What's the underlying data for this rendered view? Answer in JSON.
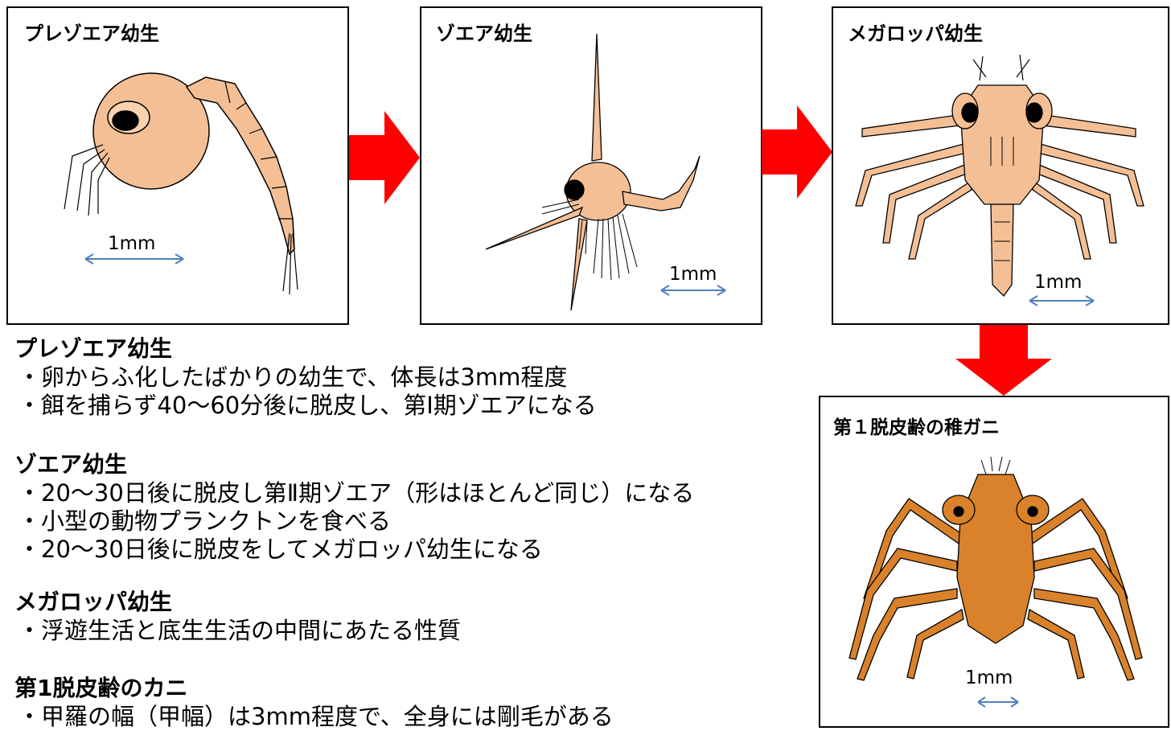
{
  "panels": {
    "prezoea": {
      "title": "プレゾエア幼生",
      "scale": "1mm"
    },
    "zoea": {
      "title": "ゾエア幼生",
      "scale": "1mm"
    },
    "megalopa": {
      "title": "メガロッパ幼生",
      "scale": "1mm"
    },
    "juvenile": {
      "title": "第１脱皮齢の稚ガニ",
      "scale": "1mm"
    }
  },
  "sections": {
    "prezoea": {
      "heading": "プレゾエア幼生",
      "bullets": [
        "・卵からふ化したばかりの幼生で、体長は3mm程度",
        "・餌を捕らず40～60分後に脱皮し、第Ⅰ期ゾエアになる"
      ]
    },
    "zoea": {
      "heading": "ゾエア幼生",
      "bullets": [
        "・20～30日後に脱皮し第Ⅱ期ゾエア（形はほとんど同じ）になる",
        "・小型の動物プランクトンを食べる",
        "・20～30日後に脱皮をしてメガロッパ幼生になる"
      ]
    },
    "megalopa": {
      "heading": "メガロッパ幼生",
      "bullets": [
        "・浮遊生活と底生生活の中間にあたる性質"
      ]
    },
    "crab": {
      "heading": "第1脱皮齢のカニ",
      "bullets": [
        "・甲羅の幅（甲幅）は3mm程度で、全身には剛毛がある"
      ]
    }
  },
  "colors": {
    "arrow": "#ff0000",
    "scale_arrow": "#4f81bd",
    "larva_fill": "#f5bf95",
    "crab_fill": "#d9822b"
  }
}
